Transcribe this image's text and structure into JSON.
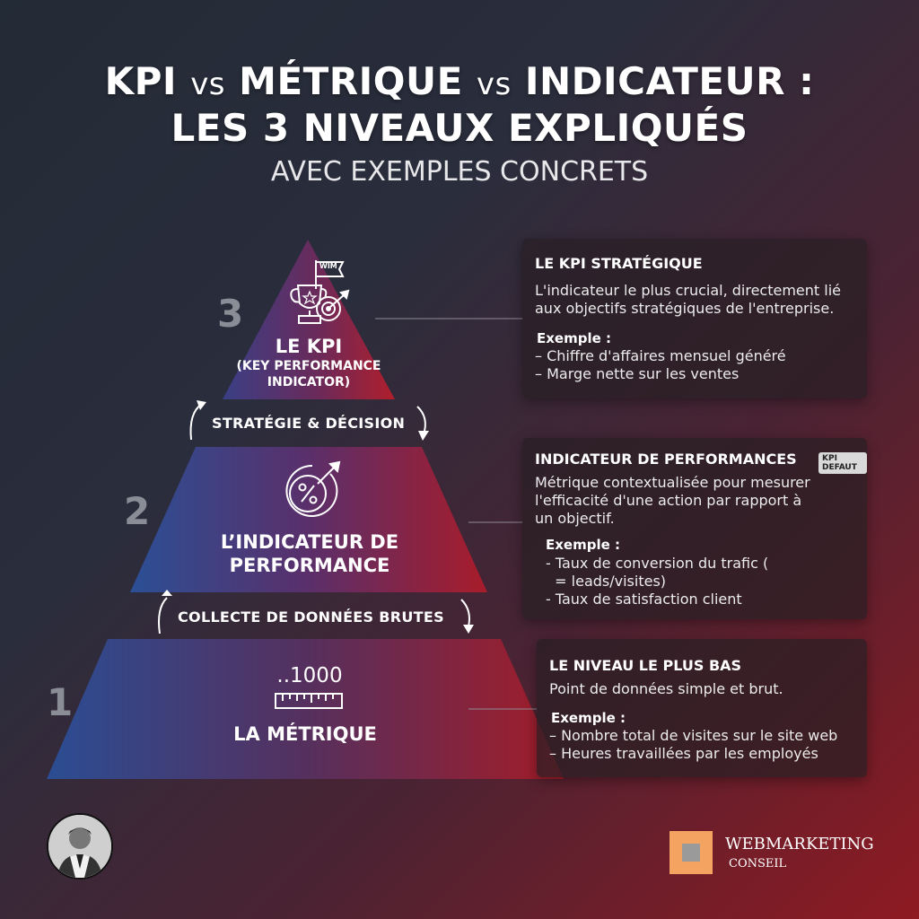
{
  "header": {
    "title_part1": "KPI",
    "vs1": "vs",
    "title_part2": "MÉTRIQUE",
    "vs2": "vs",
    "title_part3": "INDICATEUR :",
    "title_line2": "LES 3 NIVEAUX EXPLIQUÉS",
    "subtitle": "AVEC EXEMPLES CONCRETS"
  },
  "pyramid": {
    "level3": {
      "number": "3",
      "flag_text": "WIM",
      "label_line1": "LE KPI",
      "label_line2": "(KEY PERFORMANCE",
      "label_line3": "INDICATOR)",
      "icon": "trophy-target-icon"
    },
    "level2": {
      "number": "2",
      "label_line1": "L’INDICATEUR DE",
      "label_line2": "PERFORMANCE",
      "icon": "percent-target-icon"
    },
    "level1": {
      "number": "1",
      "counter": "..1000",
      "label": "LA MÉTRIQUE",
      "icon": "ruler-icon"
    },
    "flow_upper": "STRATÉGIE & DÉCISION",
    "flow_lower": "COLLECTE DE DONNÉES BRUTES"
  },
  "cards": [
    {
      "title": "LE KPI STRATÉGIQUE",
      "desc": [
        "L'indicateur le plus crucial, directement lié",
        "aux objectifs stratégiques de l'entreprise."
      ],
      "example_label": "Exemple :",
      "examples": [
        "– Chiffre d'affaires mensuel généré",
        "– Marge nette sur les ventes"
      ]
    },
    {
      "title": "INDICATEUR DE PERFORMANCES",
      "badge": "KPI DEFAUT",
      "desc": [
        "Métrique contextualisée pour mesurer",
        "l'efficacité d'une action par rapport à",
        "un objectif."
      ],
      "example_label": "Exemple :",
      "examples": [
        "- Taux de conversion du trafic (",
        "  = leads/visites)",
        "- Taux de satisfaction client"
      ]
    },
    {
      "title": "LE NIVEAU LE PLUS BAS",
      "desc": [
        "Point de données simple et brut."
      ],
      "example_label": "Exemple :",
      "examples": [
        "– Nombre total de visites sur le site web",
        "– Heures travaillées par les employés"
      ]
    }
  ],
  "footer": {
    "brand_line1": "WEBMARKETING",
    "brand_line2": "CONSEIL",
    "logo_color": "#f4a460",
    "avatar": "author-avatar"
  },
  "colors": {
    "pyramid_blue": "#2d4a8a",
    "pyramid_red": "#a41d2a"
  }
}
